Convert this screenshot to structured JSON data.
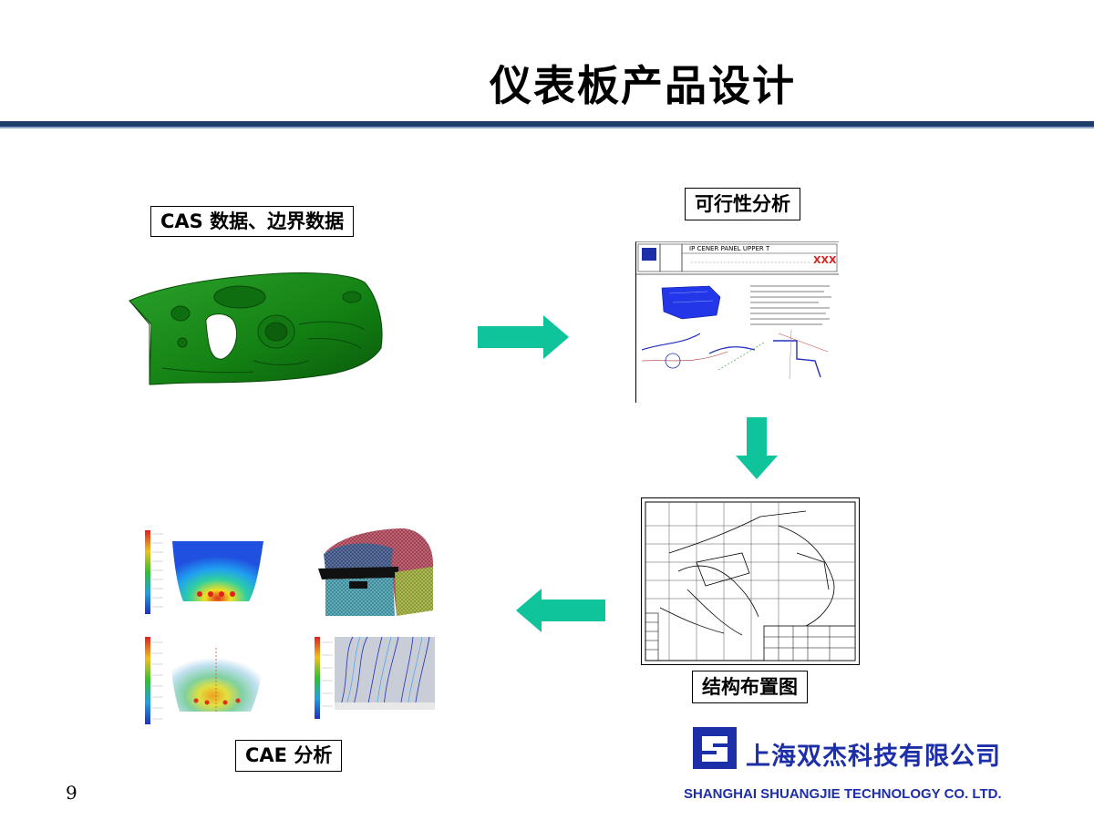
{
  "slide": {
    "title": "仪表板产品设计",
    "page_number": "9"
  },
  "labels": {
    "cas": "CAS 数据、边界数据",
    "feasibility": "可行性分析",
    "layout": "结构布置图",
    "cae": "CAE 分析"
  },
  "feasibility_doc": {
    "header_text": "IP CENER PANEL UPPER  T",
    "code": "XXX"
  },
  "company": {
    "name_cn": "上海双杰科技有限公司",
    "name_en": "SHANGHAI SHUANGJIE TECHNOLOGY CO. LTD."
  },
  "icons": {
    "arrow_right": "arrow-right-icon",
    "arrow_down": "arrow-down-icon",
    "arrow_left": "arrow-left-icon",
    "logo": "shuangjie-logo-icon"
  },
  "colors": {
    "title_rule": "#1f3d6b",
    "arrow": "#0fc49a",
    "brand": "#1d2fa8",
    "model_green": "#1a8a1a",
    "xxx_red": "#e02020"
  }
}
